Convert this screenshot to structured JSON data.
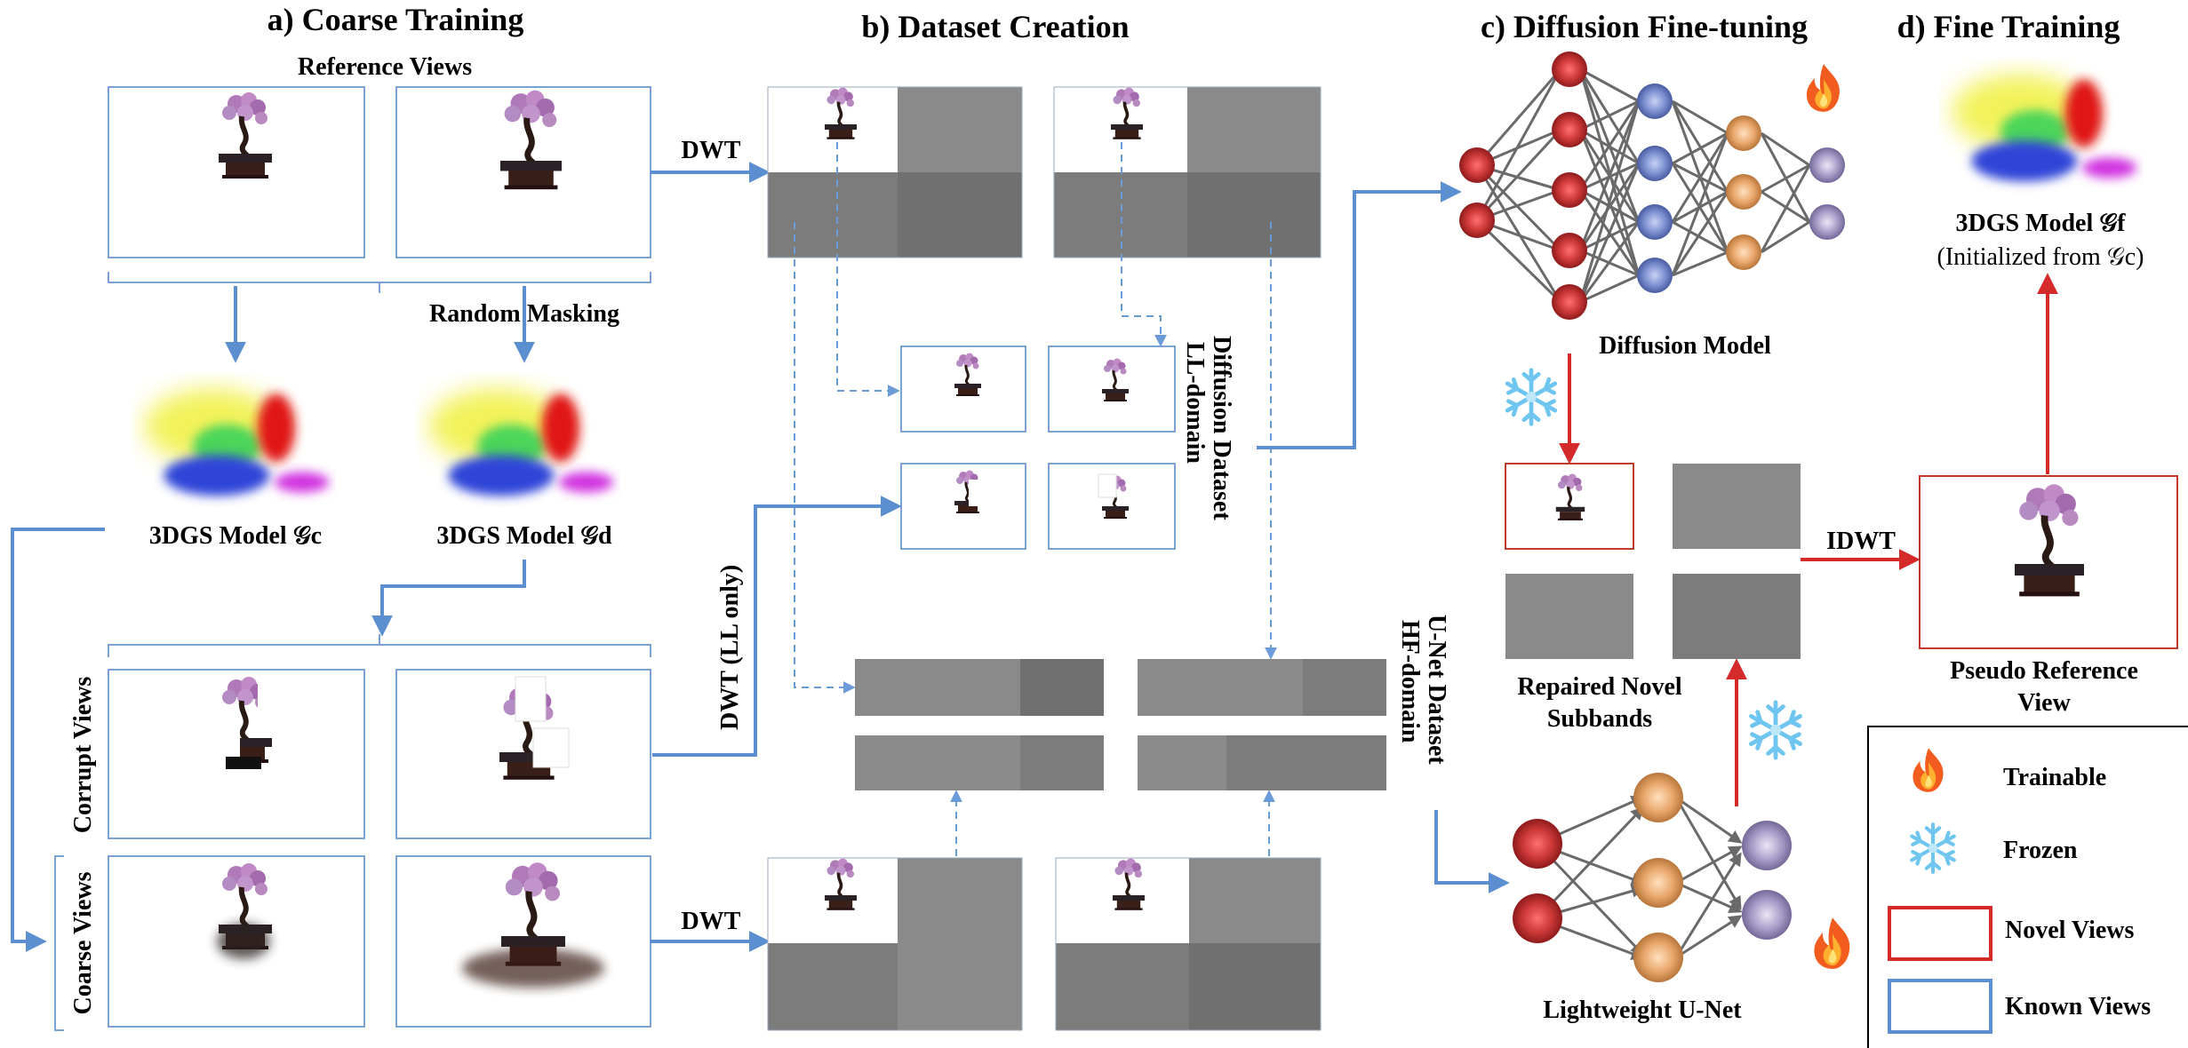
{
  "sections": {
    "a": "a) Coarse Training",
    "b": "b) Dataset Creation",
    "c": "c) Diffusion Fine-tuning",
    "d": "d) Fine Training"
  },
  "labels": {
    "reference_views": "Reference Views",
    "random_masking": "Random Masking",
    "model_c": "3DGS Model 𝒢c",
    "model_d": "3DGS Model 𝒢d",
    "corrupt_views": "Corrupt Views",
    "coarse_views": "Coarse Views",
    "dwt_top": "DWT",
    "dwt_bottom": "DWT",
    "dwt_ll_only": "DWT (LL only)",
    "ll_domain_line1": "LL-domain",
    "ll_domain_line2": "Diffusion Dataset",
    "hf_domain_line1": "HF-domain",
    "hf_domain_line2": "U-Net Dataset",
    "diffusion_model": "Diffusion Model",
    "repaired_line1": "Repaired Novel",
    "repaired_line2": "Subbands",
    "lightweight_unet": "Lightweight U-Net",
    "idwt": "IDWT",
    "pseudo_ref_line1": "Pseudo Reference",
    "pseudo_ref_line2": "View",
    "model_f": "3DGS Model 𝒢f",
    "init_from": "(Initialized from 𝒢c)"
  },
  "legend": [
    {
      "label": "Trainable",
      "icon": "flame-icon"
    },
    {
      "label": "Frozen",
      "icon": "snowflake-icon"
    },
    {
      "label": "Novel Views",
      "icon": "red-box",
      "color": "#d42a2a"
    },
    {
      "label": "Known Views",
      "icon": "blue-box",
      "color": "#5b8fd0"
    }
  ],
  "colors": {
    "known_view": "#5b8fd0",
    "novel_view": "#d42a2a",
    "neuron_red": "#d03a3a",
    "neuron_blue": "#7b8fd0",
    "neuron_orange": "#e9a66a",
    "neuron_purple": "#a89cc8"
  }
}
